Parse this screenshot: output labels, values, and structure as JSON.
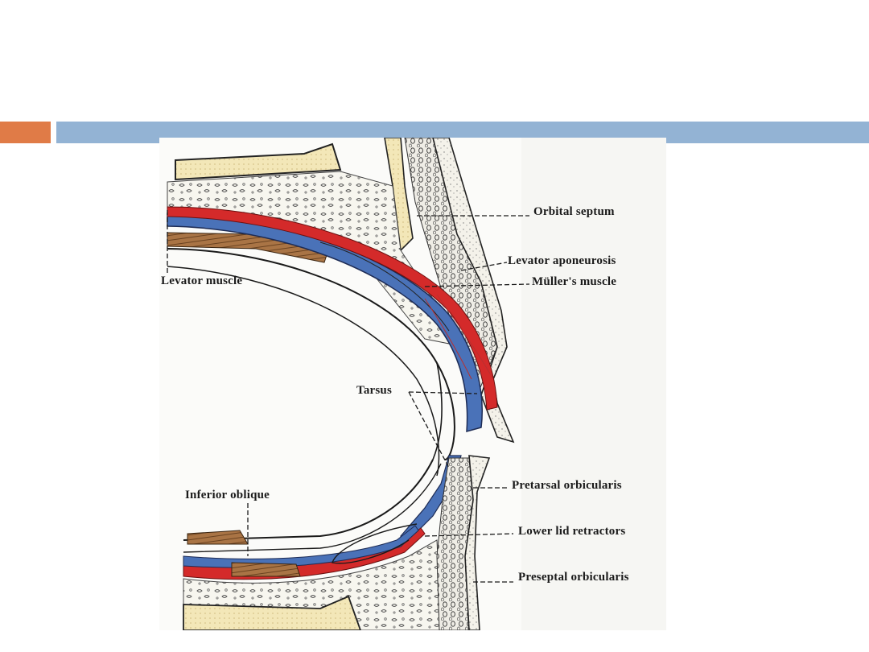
{
  "slide": {
    "colors": {
      "accent": "#e07b47",
      "header_bar": "#93b3d4",
      "red_layer": "#d42a2a",
      "blue_layer": "#4a72b8",
      "brown_muscle": "#9a6a3a"
    }
  },
  "figure": {
    "labels": {
      "orbital_septum": "Orbital septum",
      "levator_aponeurosis": "Levator aponeurosis",
      "muller_muscle": "Müller's muscle",
      "levator_muscle": "Levator muscle",
      "tarsus": "Tarsus",
      "inferior_oblique": "Inferior oblique",
      "pretarsal_orbicularis": "Pretarsal orbicularis",
      "lower_lid_retractors": "Lower lid retractors",
      "preseptal_orbicularis": "Preseptal orbicularis"
    }
  }
}
